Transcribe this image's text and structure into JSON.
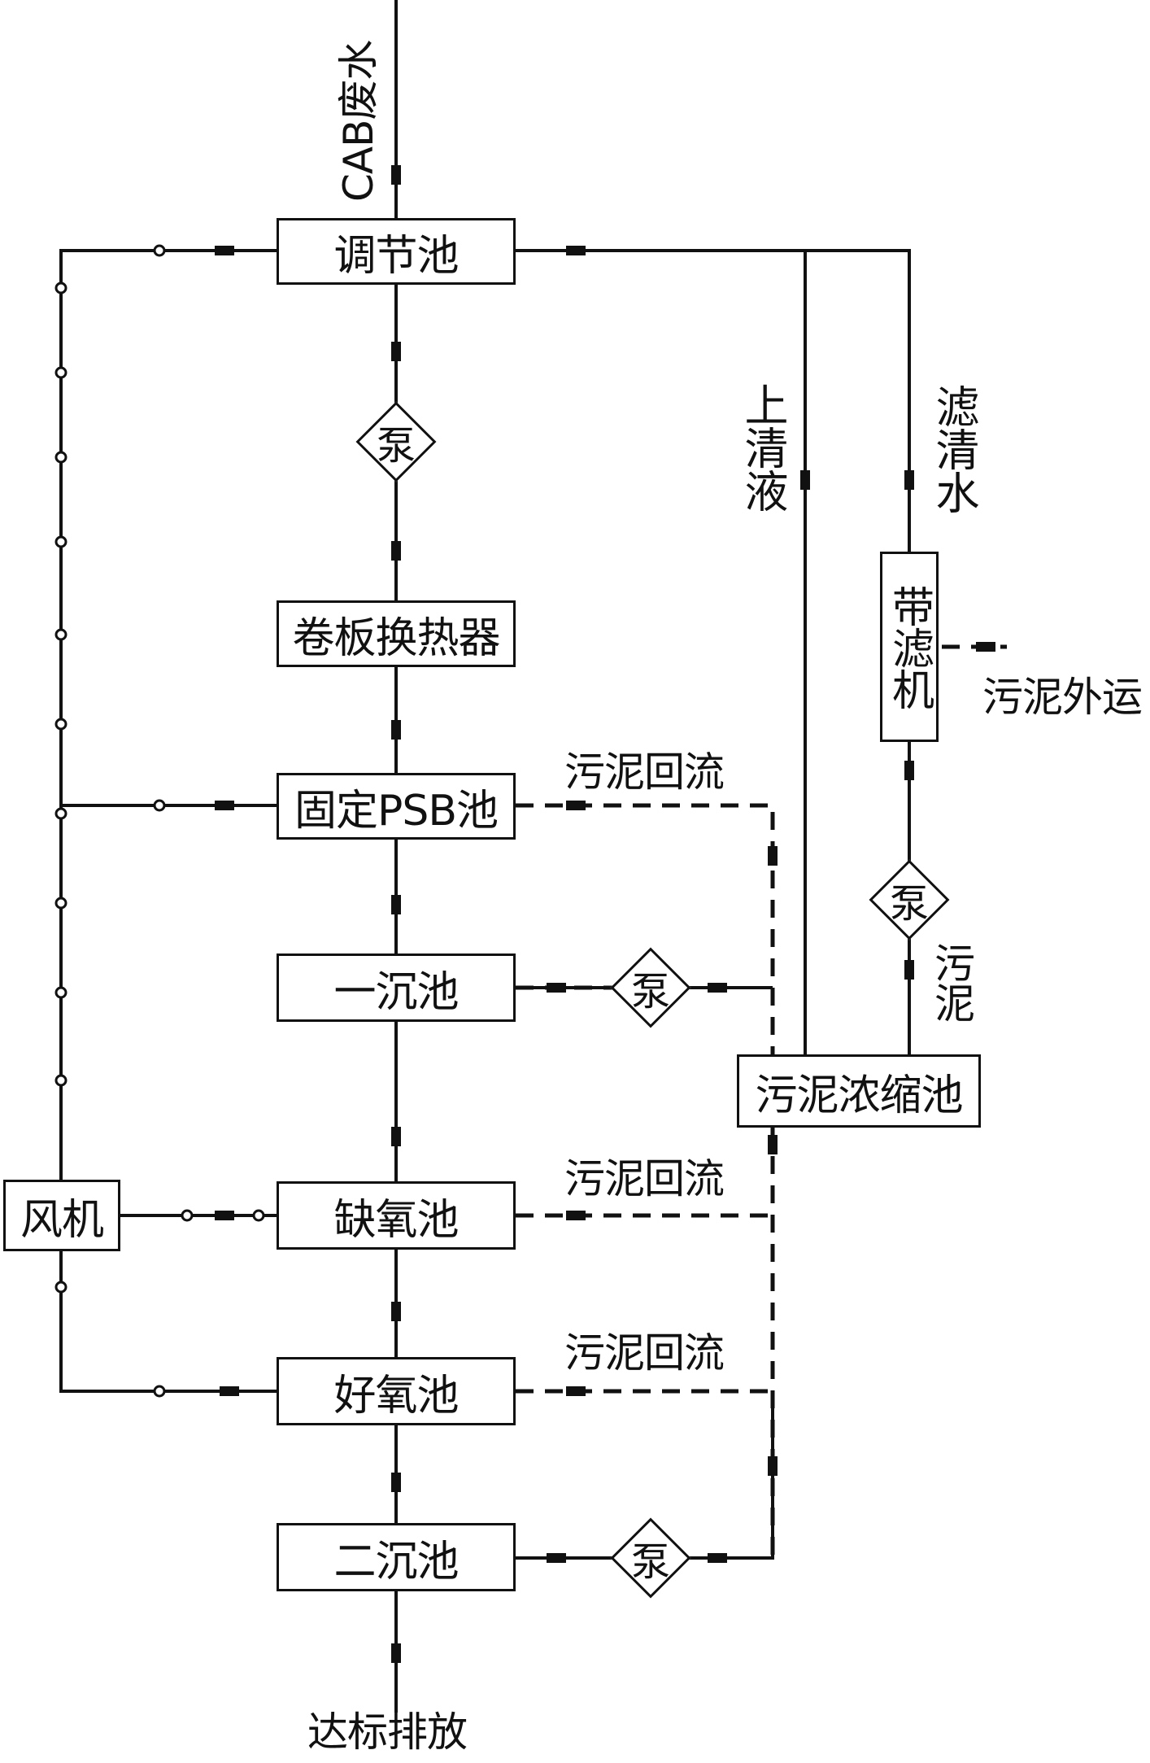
{
  "nodes": {
    "tiaojiechi": "调节池",
    "heat_exchanger": "卷板换热器",
    "psb": "固定PSB池",
    "primary_clarifier": "一沉池",
    "sludge_thickener": "污泥浓缩池",
    "blower": "风机",
    "anoxic": "缺氧池",
    "aerobic": "好氧池",
    "secondary_clarifier": "二沉池",
    "belt_filter": "带滤机"
  },
  "pump_label": "泵",
  "labels": {
    "inflow": "CAB废水",
    "outflow": "达标排放",
    "supernatant": "上清液",
    "filtrate": "滤清水",
    "sludge_out": "污泥外运",
    "sludge": "污泥",
    "sludge_return_1": "污泥回流",
    "sludge_return_2": "污泥回流",
    "sludge_return_3": "污泥回流"
  }
}
